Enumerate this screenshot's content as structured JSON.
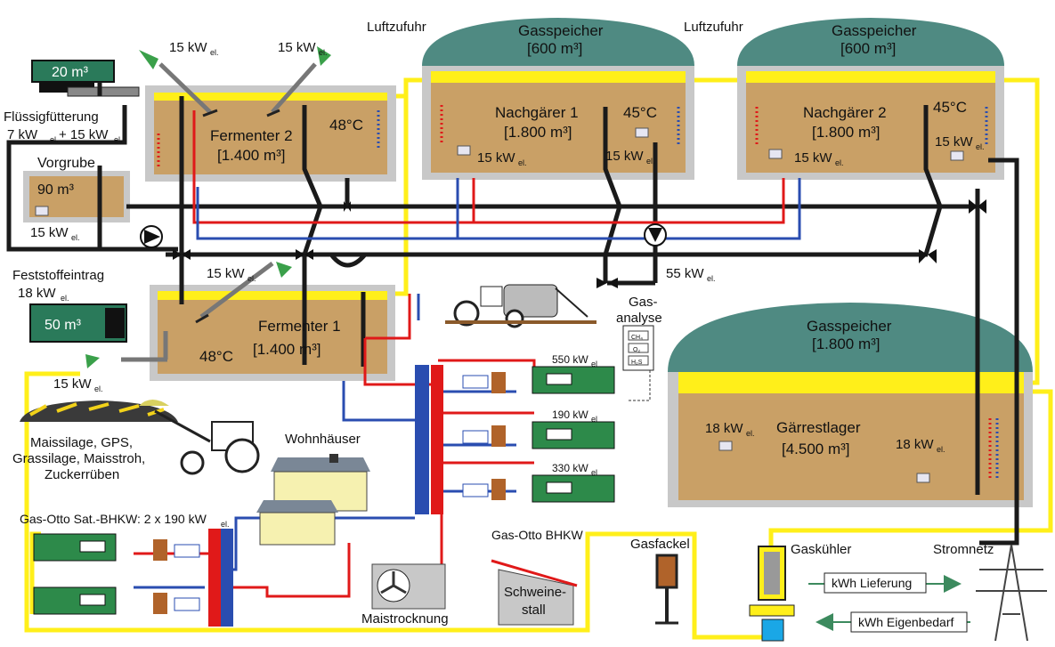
{
  "colors": {
    "substrate": "#c9a066",
    "gas": "#4f8a82",
    "hot": "#e01919",
    "cold": "#2a4db0",
    "main": "#1a1a1a",
    "biogas": "#ffef1a",
    "module": "#2d8a4a",
    "tank": "#c8c8c8"
  },
  "labels": {
    "luftzufuhr_1": "Luftzufuhr",
    "luftzufuhr_2": "Luftzufuhr",
    "gasspeicher_1": "Gasspeicher",
    "gasspeicher_1_vol": "[600 m³]",
    "gasspeicher_2": "Gasspeicher",
    "gasspeicher_2_vol": "[600 m³]",
    "gasspeicher_3": "Gasspeicher",
    "gasspeicher_3_vol": "[1.800 m³]",
    "fermenter_2": "Fermenter 2",
    "fermenter_2_vol": "[1.400 m³]",
    "fermenter_2_temp": "48°C",
    "fermenter_1": "Fermenter 1",
    "fermenter_1_vol": "[1.400 m³]",
    "fermenter_1_temp": "48°C",
    "nachgaerer_1": "Nachgärer 1",
    "nachgaerer_1_vol": "[1.800 m³]",
    "nachgaerer_1_temp": "45°C",
    "nachgaerer_2": "Nachgärer 2",
    "nachgaerer_2_vol": "[1.800 m³]",
    "nachgaerer_2_temp": "45°C",
    "gaerrestlager": "Gärrestlager",
    "gaerrestlager_vol": "[4.500 m³]",
    "hopper_vol": "20 m³",
    "vorgrube": "Vorgrube",
    "vorgrube_vol": "90 m³",
    "feststoff_vol": "50 m³",
    "fluessig": "Flüssigfütterung",
    "fluessig_power_a": "7 kW",
    "fluessig_power_b": " + 15 kW",
    "feststoff": "Feststoffeintrag",
    "feststoff_power": "18 kW",
    "kw": "15 kW",
    "kw18": "18 kW",
    "kw55": "55 kW",
    "el": "el.",
    "gasanalyse_1": "Gas-",
    "gasanalyse_2": "analyse",
    "ch4": "CH₄",
    "o2": "O₂",
    "h2s": "H₂S",
    "bhkw_550": "550 kW",
    "bhkw_190": "190 kW",
    "bhkw_330": "330 kW",
    "bhkw_sub": "el",
    "substrate_1": "Maissilage, GPS,",
    "substrate_2": "Grassilage, Maisstroh,",
    "substrate_3": "Zuckerrüben",
    "wohnhaeuser": "Wohnhäuser",
    "sat_bhkw": "Gas-Otto Sat.-BHKW: 2 x 190 kW",
    "gas_otto": "Gas-Otto BHKW",
    "maistrocknung": "Maistrocknung",
    "schweinestall_1": "Schweine-",
    "schweinestall_2": "stall",
    "gasfackel": "Gasfackel",
    "gaskuehler": "Gaskühler",
    "stromnetz": "Stromnetz",
    "lieferung": "kWh Lieferung",
    "eigenbedarf": "kWh Eigenbedarf"
  }
}
